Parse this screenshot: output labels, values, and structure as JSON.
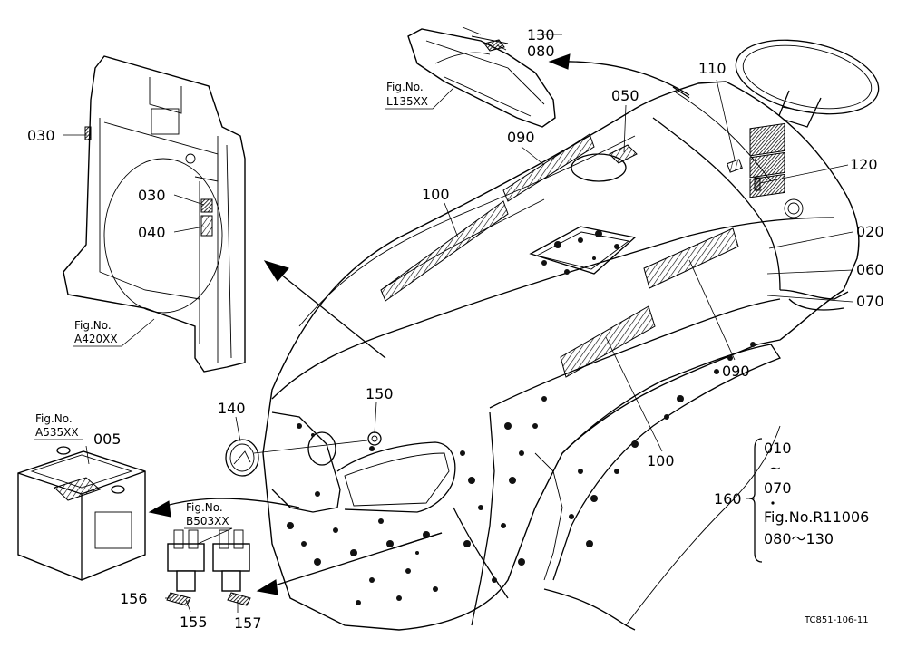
{
  "colors": {
    "line": "#000000",
    "background": "#ffffff"
  },
  "callouts": {
    "c005": "005",
    "c020": "020",
    "c030_top": "030",
    "c030_mid": "030",
    "c040": "040",
    "c050": "050",
    "c060": "060",
    "c070": "070",
    "c080": "080",
    "c090_top": "090",
    "c090_right": "090",
    "c100_top": "100",
    "c100_bottom": "100",
    "c110": "110",
    "c120": "120",
    "c130": "130",
    "c140": "140",
    "c150": "150",
    "c155": "155",
    "c156": "156",
    "c157": "157",
    "c160": "160"
  },
  "figure_refs": {
    "l135": {
      "label": "Fig.No.",
      "code": "L135XX"
    },
    "a420": {
      "label": "Fig.No.",
      "code": "A420XX"
    },
    "a535": {
      "label": "Fig.No.",
      "code": "A535XX"
    },
    "b503": {
      "label": "Fig.No.",
      "code": "B503XX"
    }
  },
  "legend_160": {
    "line1": "010",
    "line2": "~",
    "line3": "070",
    "line4": "Fig.No.R11006",
    "line5": "080～130"
  },
  "drawing_code": "TC851-106-11"
}
